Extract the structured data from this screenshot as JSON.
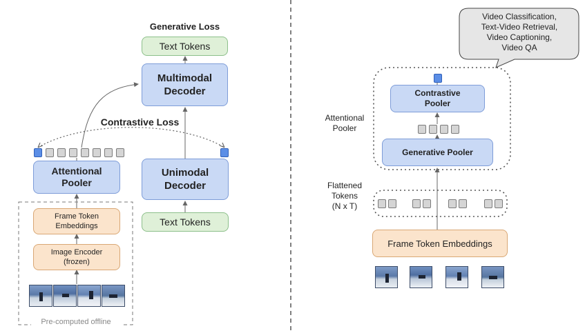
{
  "left": {
    "generative_loss": "Generative Loss",
    "text_tokens_top": "Text Tokens",
    "multimodal_decoder": "Multimodal Decoder",
    "contrastive_loss": "Contrastive Loss",
    "attentional_pooler": "Attentional Pooler",
    "unimodal_decoder": "Unimodal Decoder",
    "text_tokens_bottom": "Text Tokens",
    "frame_token_embeddings": "Frame Token Embeddings",
    "image_encoder": "Image Encoder (frozen)",
    "precomputed": "Pre-computed offline"
  },
  "right": {
    "tasks": [
      "Video Classification,",
      "Text-Video Retrieval,",
      "Video Captioning,",
      "Video QA"
    ],
    "contrastive_pooler": "Contrastive Pooler",
    "generative_pooler": "Generative Pooler",
    "attentional_pooler_label": "Attentional Pooler",
    "flattened_tokens": "Flattened Tokens",
    "nxt": "(N x T)",
    "frame_token_embeddings": "Frame Token Embeddings"
  },
  "colors": {
    "green_fill": "#dff0d8",
    "blue_fill": "#c9d9f5",
    "orange_fill": "#fbe4cc",
    "token_blue": "#5b8ee6",
    "token_gray": "#d5d5d5"
  }
}
